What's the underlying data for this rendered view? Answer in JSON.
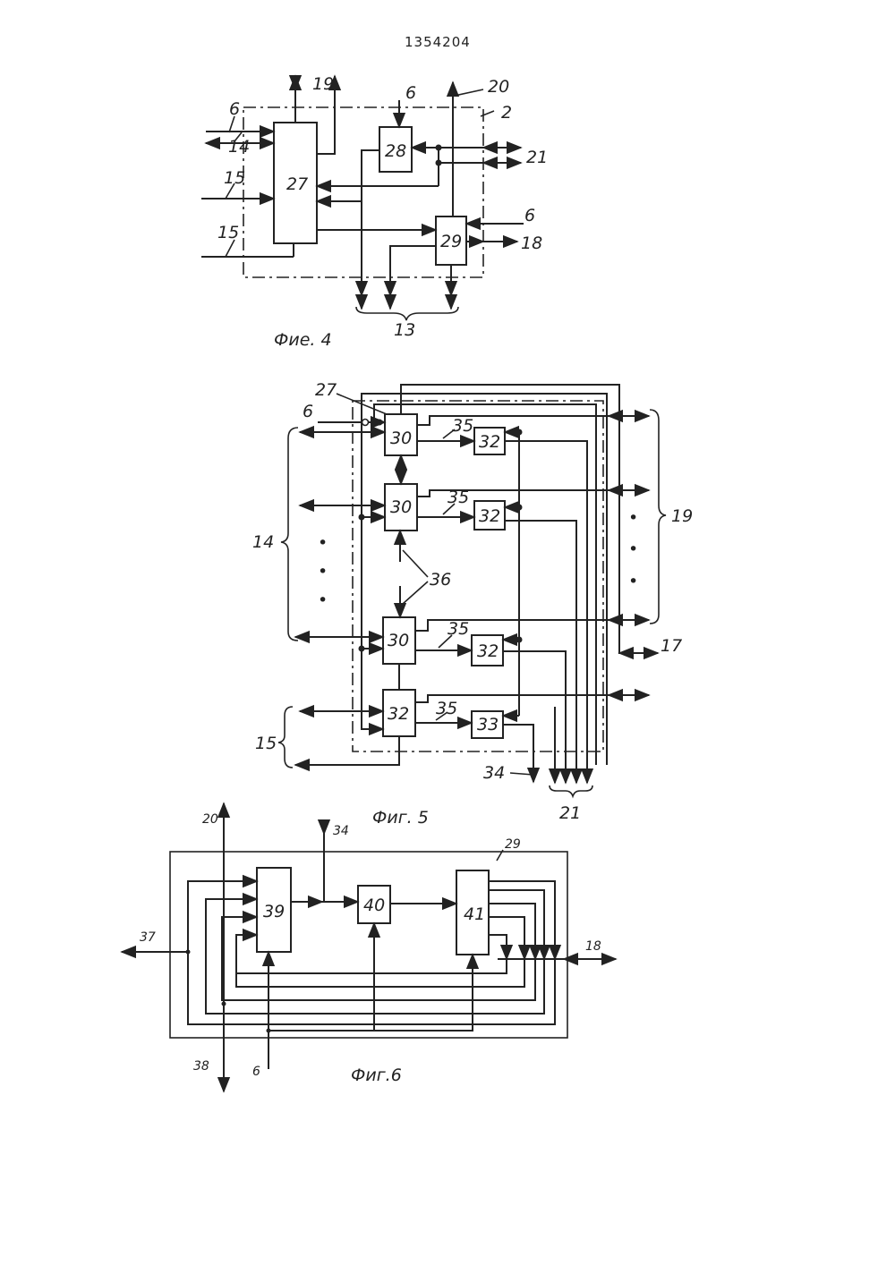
{
  "header": {
    "patent_number": "1354204"
  },
  "figures": [
    {
      "id": "fig4",
      "caption": "Фие. 4",
      "blocks": [
        "27",
        "28",
        "29"
      ],
      "labels": [
        "19",
        "20",
        "2",
        "6",
        "6",
        "6",
        "14",
        "15",
        "15",
        "21",
        "18",
        "13"
      ]
    },
    {
      "id": "fig5",
      "caption": "Фиг. 5",
      "blocks": [
        "30",
        "32",
        "30",
        "32",
        "30",
        "32",
        "32",
        "33"
      ],
      "labels": [
        "27",
        "6",
        "35",
        "35",
        "35",
        "35",
        "14",
        "19",
        "36",
        "17",
        "15",
        "34",
        "21"
      ],
      "dots": [
        "•",
        "•",
        "•"
      ]
    },
    {
      "id": "fig6",
      "caption": "Фиг.6",
      "blocks": [
        "39",
        "40",
        "41"
      ],
      "labels": [
        "20",
        "34",
        "29",
        "37",
        "18",
        "38",
        "6"
      ]
    }
  ]
}
